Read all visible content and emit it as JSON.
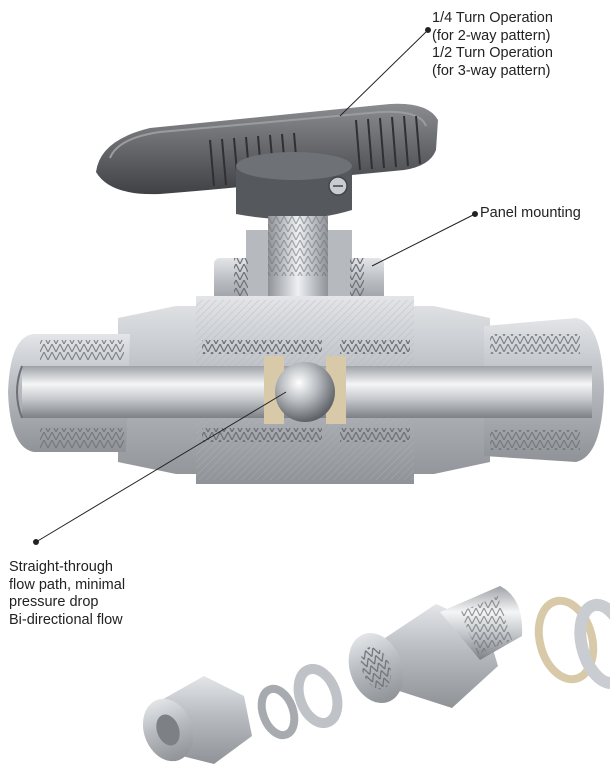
{
  "callouts": {
    "turn_operation": [
      "1/4 Turn Operation",
      "(for 2-way pattern)",
      "1/2 Turn Operation",
      "(for 3-way pattern)"
    ],
    "panel_mounting": "Panel mounting",
    "flow_path": [
      "Straight-through",
      "flow path, minimal",
      "pressure drop",
      "Bi-directional flow"
    ]
  },
  "colors": {
    "handle": "#5e6063",
    "steel": "#c9ccd0",
    "steel_dark": "#8d9196",
    "seal": "#d8c9a8",
    "leader": "#222222"
  }
}
